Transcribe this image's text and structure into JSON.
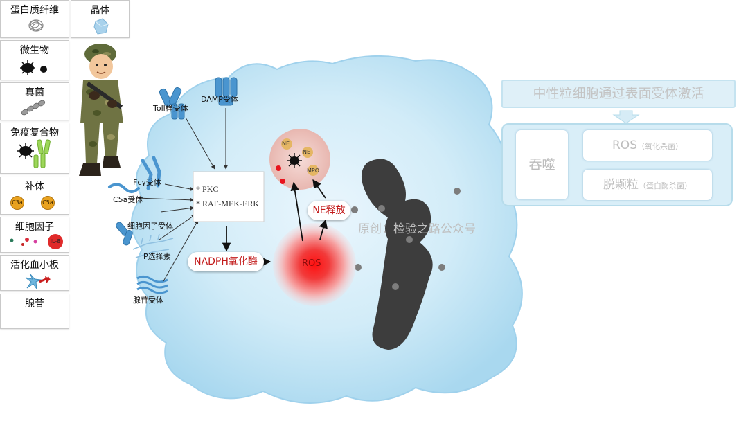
{
  "sidebar": {
    "items": [
      {
        "label": "蛋白质纤维"
      },
      {
        "label": "晶体"
      },
      {
        "label": "微生物"
      },
      {
        "label": "真菌"
      },
      {
        "label": "免疫复合物"
      },
      {
        "label": "补体",
        "tags": [
          "C3a",
          "C5a"
        ]
      },
      {
        "label": "细胞因子",
        "tag": "IL-8"
      },
      {
        "label": "活化血小板"
      },
      {
        "label": "腺苷"
      }
    ]
  },
  "receptors": {
    "toll": "Toll样受体",
    "damp": "DAMP受体",
    "fcy": "Fcγ受体",
    "c5a": "C5a受体",
    "cytokine": "细胞因子受体",
    "pselectin": "P选择素",
    "adenosine": "腺苷受体"
  },
  "signal_box": {
    "lines": [
      "* PKC",
      "* RAF-MEK-ERK"
    ]
  },
  "pathway": {
    "nadph": "NADPH氧化酶",
    "ros": "ROS",
    "ne_release": "NE释放",
    "granule_ne1": "NE",
    "granule_ne2": "NE",
    "granule_mpo": "MPO"
  },
  "watermark": "原创：检验之路公众号",
  "panel": {
    "title": "中性粒细胞通过表面受体激活",
    "phagocytosis": "吞噬",
    "ros_kill": {
      "main": "ROS",
      "sub": "（氧化杀菌）"
    },
    "degranulation": {
      "main": "脱颗粒",
      "sub": "（蛋白酶杀菌）"
    }
  },
  "colors": {
    "cell_fill": "#bfe3f4",
    "nucleus": "#3d3d3d",
    "ros_red": "#e8141e",
    "pill_text": "#c21a1a",
    "panel_border": "#b7dceb",
    "panel_title_bg": "#dff0f8",
    "receptor_blue": "#4a95cf"
  },
  "icons": [
    "soldier-figure",
    "protein-fiber-icon",
    "crystal-icon",
    "microbe-icon",
    "fungus-icon",
    "immune-complex-icon",
    "complement-icon",
    "cytokine-icon",
    "platelet-icon",
    "toll-receptor-icon",
    "damp-receptor-icon",
    "fcy-receptor-icon",
    "c5a-receptor-icon",
    "cytokine-receptor-icon",
    "p-selectin-icon",
    "adenosine-receptor-icon"
  ]
}
